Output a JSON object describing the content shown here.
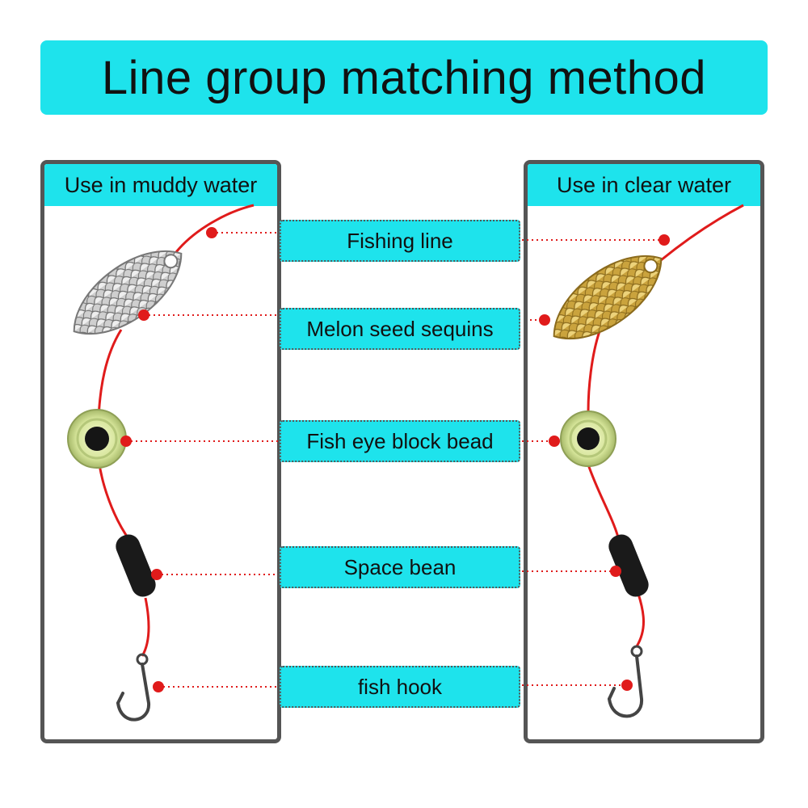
{
  "title": "Line group matching method",
  "left_panel": {
    "title": "Use in muddy water"
  },
  "right_panel": {
    "title": "Use in clear water"
  },
  "components": [
    {
      "label": "Fishing line"
    },
    {
      "label": "Melon seed sequins"
    },
    {
      "label": "Fish eye block bead"
    },
    {
      "label": "Space bean"
    },
    {
      "label": "fish hook"
    }
  ],
  "colors": {
    "accent": "#1ee3ec",
    "line": "#e01b1b",
    "border": "#555555",
    "left_sequin": "#c9c9c9",
    "right_sequin": "#d4b24a"
  }
}
